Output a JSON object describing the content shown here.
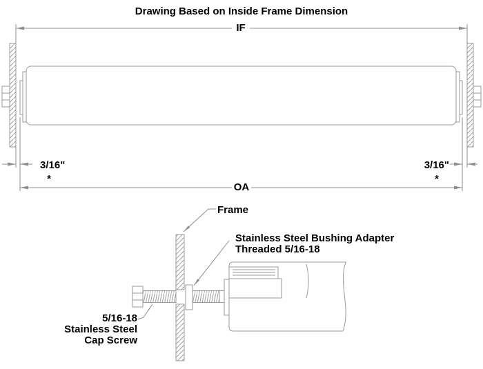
{
  "title": "Drawing Based on Inside Frame Dimension",
  "top_view": {
    "if_dimension_label": "IF",
    "oa_dimension_label": "OA",
    "left_gap_dimension": "3/16\"",
    "left_gap_footnote": "*",
    "right_gap_dimension": "3/16\"",
    "right_gap_footnote": "*"
  },
  "detail_view": {
    "frame_callout": "Frame",
    "bushing_callout_line1": "Stainless Steel Bushing Adapter",
    "bushing_callout_line2": "Threaded 5/16-18",
    "screw_callout_line1": "5/16-18",
    "screw_callout_line2": "Stainless Steel",
    "screw_callout_line3": "Cap Screw"
  },
  "colors": {
    "background": "#ffffff",
    "drawing_lines": "#9a9a9a",
    "dimension_lines": "#8e8e8e",
    "text": "#000000"
  }
}
